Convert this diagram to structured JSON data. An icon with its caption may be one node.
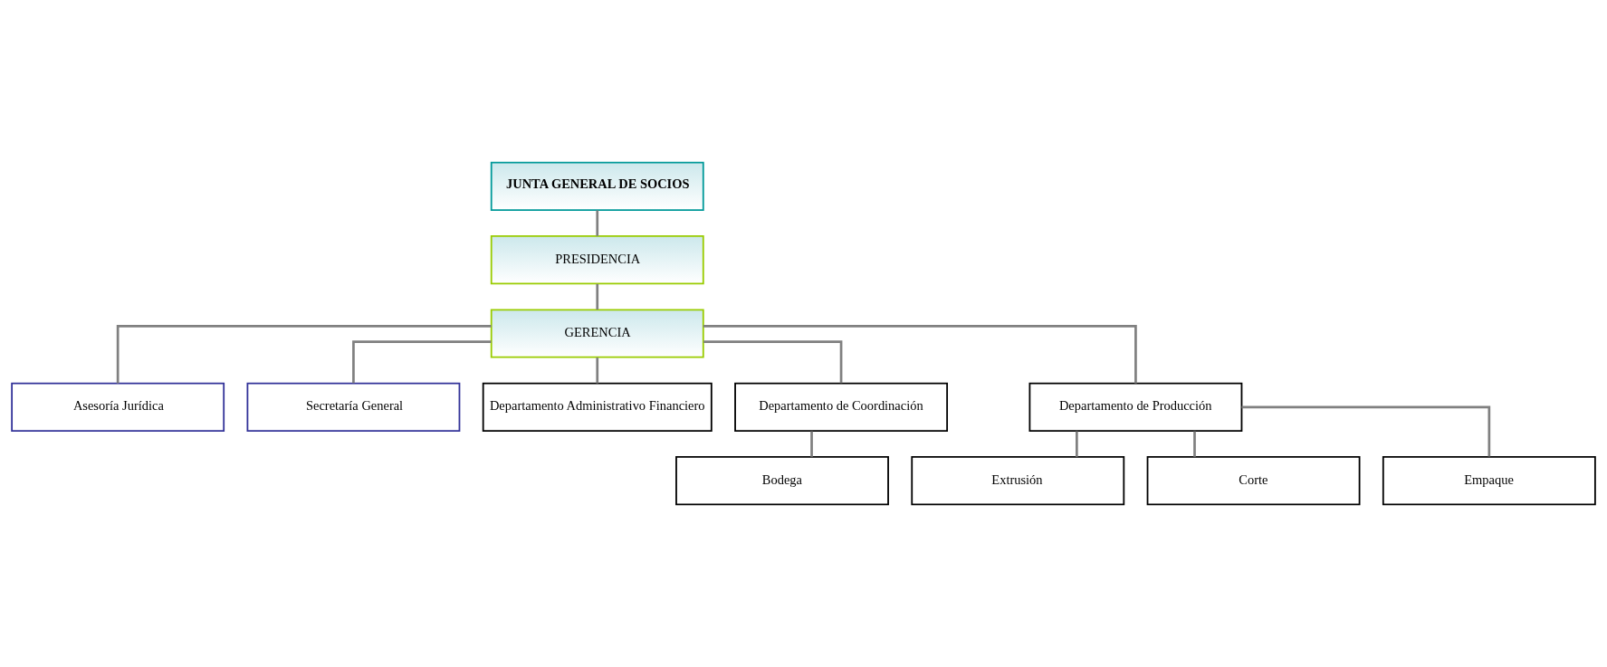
{
  "diagram": {
    "nodes": [
      {
        "text": [
          "JUNTA GENERAL DE SOCIOS"
        ]
      },
      {
        "text": [
          "PRESIDENCIA"
        ]
      },
      {
        "text": [
          "GERENCIA"
        ]
      },
      {
        "text": [
          "Asesoría Jurídica"
        ]
      },
      {
        "text": [
          "Secretaría General"
        ]
      },
      {
        "text": [
          "Departamento Administrativo Financiero"
        ]
      },
      {
        "text": [
          "Departamento de Coordinación"
        ]
      },
      {
        "text": [
          "Departamento de Producción"
        ]
      },
      {
        "text": [
          "Bodega"
        ]
      },
      {
        "text": [
          "Extrusión"
        ]
      },
      {
        "text": [
          "Corte"
        ]
      },
      {
        "text": [
          "Empaque"
        ]
      }
    ],
    "edges": [
      {
        "from": 0,
        "to": 1,
        "arrow": "none"
      },
      {
        "from": 1,
        "to": 2,
        "arrow": "none"
      },
      {
        "from": 2,
        "to": 3,
        "arrow": "none"
      },
      {
        "from": 2,
        "to": 4,
        "arrow": "none"
      },
      {
        "from": 2,
        "to": 5,
        "arrow": "none"
      },
      {
        "from": 2,
        "to": 6,
        "arrow": "none"
      },
      {
        "from": 2,
        "to": 7,
        "arrow": "none"
      },
      {
        "from": 6,
        "to": 8,
        "arrow": "none"
      },
      {
        "from": 7,
        "to": 9,
        "arrow": "none"
      },
      {
        "from": 7,
        "to": 10,
        "arrow": "none"
      },
      {
        "from": 7,
        "to": 11,
        "arrow": "none"
      }
    ]
  }
}
